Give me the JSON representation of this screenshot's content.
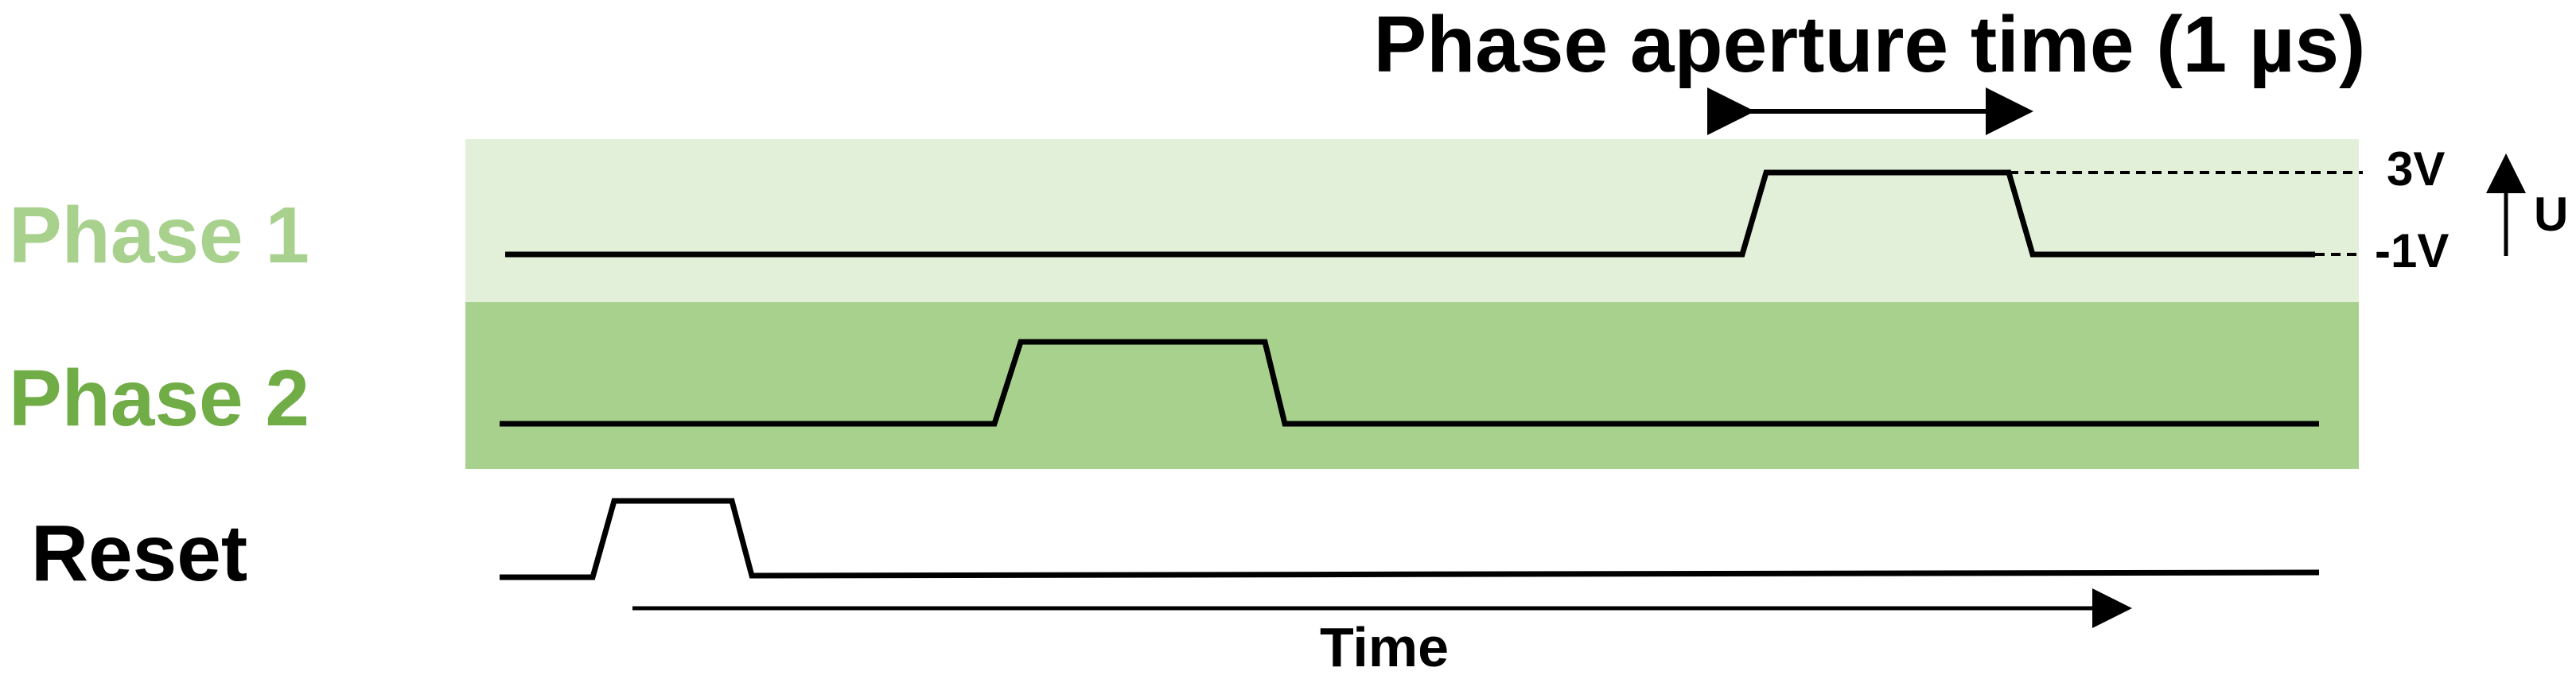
{
  "title": "Phase aperture time (1 µs)",
  "rows": [
    {
      "label": "Phase 1",
      "label_color": "#A9D18E",
      "band_color": "#E2EFD9"
    },
    {
      "label": "Phase 2",
      "label_color": "#70AD47",
      "band_color": "#A9D18E"
    },
    {
      "label": "Reset",
      "label_color": "#000000",
      "band_color": "#ffffff"
    }
  ],
  "voltage": {
    "high": "3V",
    "low": "-1V",
    "axis": "U"
  },
  "time_axis": {
    "label": "Time"
  },
  "colors": {
    "trace": "#000000",
    "phase1": "#A9D18E",
    "phase2": "#70AD47"
  }
}
